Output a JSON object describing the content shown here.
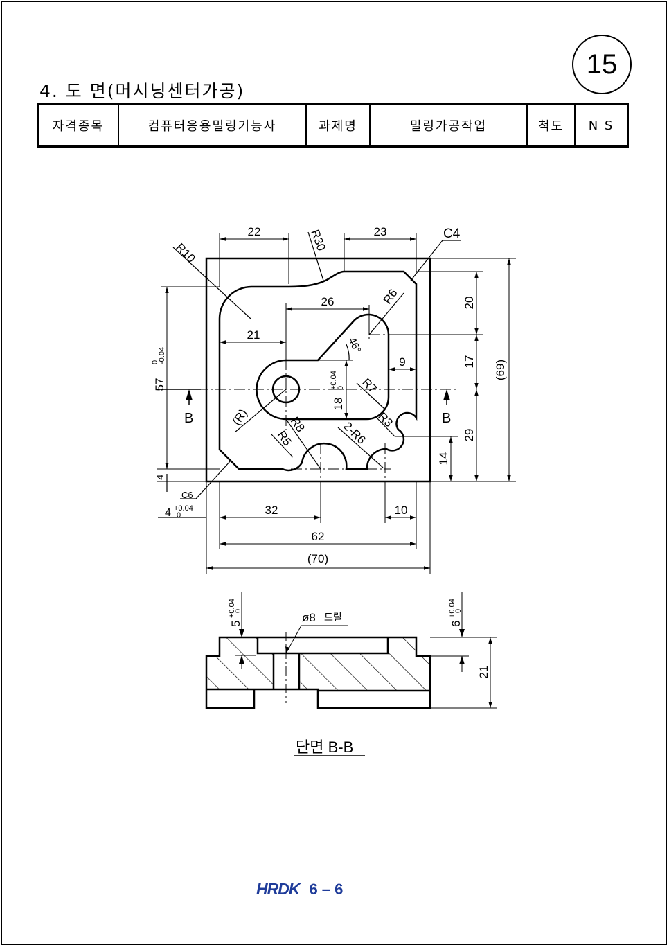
{
  "heading": "4. 도 면(머시닝센터가공)",
  "sheet_number": "15",
  "info_table": {
    "qualification_label": "자격종목",
    "qualification_value": "컴퓨터응용밀링기능사",
    "task_label": "과제명",
    "task_value": "밀링가공작업",
    "scale_label": "척도",
    "scale_value": "N S"
  },
  "top_view": {
    "dims": {
      "d22": "22",
      "d23": "23",
      "d26": "26",
      "d21": "21",
      "d9": "9",
      "d32": "32",
      "d10": "10",
      "d62": "62",
      "d70": "(70)",
      "d57": "57",
      "d20": "20",
      "d17": "17",
      "d29": "29",
      "d69": "(69)",
      "d14": "14",
      "d18": "18",
      "d4": "4",
      "d4b": "4",
      "d21s": "21"
    },
    "tolerances": {
      "t57_upper": "0",
      "t57_lower": "-0.04",
      "t18_upper": "+0.04",
      "t18_lower": "0",
      "t4_upper": "+0.04",
      "t4_lower": "0"
    },
    "callouts": {
      "r10": "R10",
      "r30": "R30",
      "c4": "C4",
      "r6": "R6",
      "angle": "46°",
      "r7": "R7",
      "r3": "R3",
      "r6x2": "2-R6",
      "r8": "R8",
      "r5": "R5",
      "r_ref": "(R)",
      "c6": "C6"
    },
    "section_marks": {
      "left": "B",
      "right": "B"
    }
  },
  "section_view": {
    "depth5": "5",
    "depth5_tol_upper": "+0.04",
    "depth5_tol_lower": "0",
    "depth6": "6",
    "depth6_tol_upper": "+0.04",
    "depth6_tol_lower": "0",
    "drill": "ø8",
    "drill_note": "드릴",
    "height": "21",
    "caption": "단면 B-B"
  },
  "footer": {
    "logo": "HRDK",
    "page": "6  –  6"
  },
  "colors": {
    "line": "#000000",
    "footer_blue": "#1f3c9a"
  }
}
